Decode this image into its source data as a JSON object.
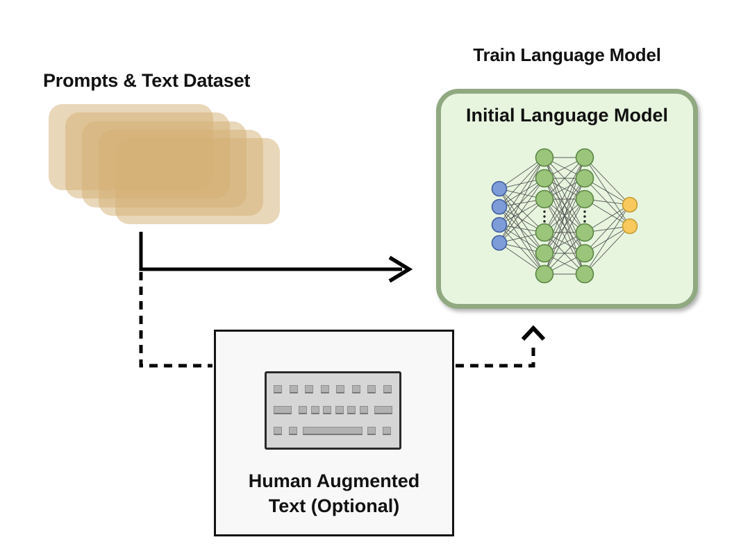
{
  "dataset": {
    "label": "Prompts & Text Dataset",
    "card_count": 5,
    "card_opacity": 0.5
  },
  "train": {
    "label": "Train Language Model"
  },
  "model_box": {
    "label": "Initial Language Model"
  },
  "human_box": {
    "label": "Human Augmented Text (Optional)"
  },
  "icons": {
    "keyboard": "keyboard-icon",
    "neural_network": "neural-network-icon"
  },
  "network": {
    "input_nodes": 4,
    "hidden_layers": 2,
    "hidden_nodes_shown": 6,
    "output_nodes": 2,
    "ellipsis": "⋮"
  },
  "colors": {
    "text": "#111111",
    "arrow": "#000000",
    "card_fill": "#d3af73",
    "model_box_fill": "#e7f5df",
    "model_box_border": "#90a981",
    "human_box_fill": "#f8f8f8",
    "human_box_border": "#141414",
    "keyboard_fill": "#d6d6d6",
    "keyboard_border": "#2a2a2a",
    "key_fill": "#b2b2b2",
    "node_input_fill": "#7e9cd8",
    "node_input_border": "#3f5da0",
    "node_hidden_fill": "#9cc57c",
    "node_hidden_border": "#5a8544",
    "node_output_fill": "#f8ca5d",
    "node_output_border": "#c39b31",
    "edge": "#4a4a4a",
    "ellipsis_dot": "#222222"
  }
}
